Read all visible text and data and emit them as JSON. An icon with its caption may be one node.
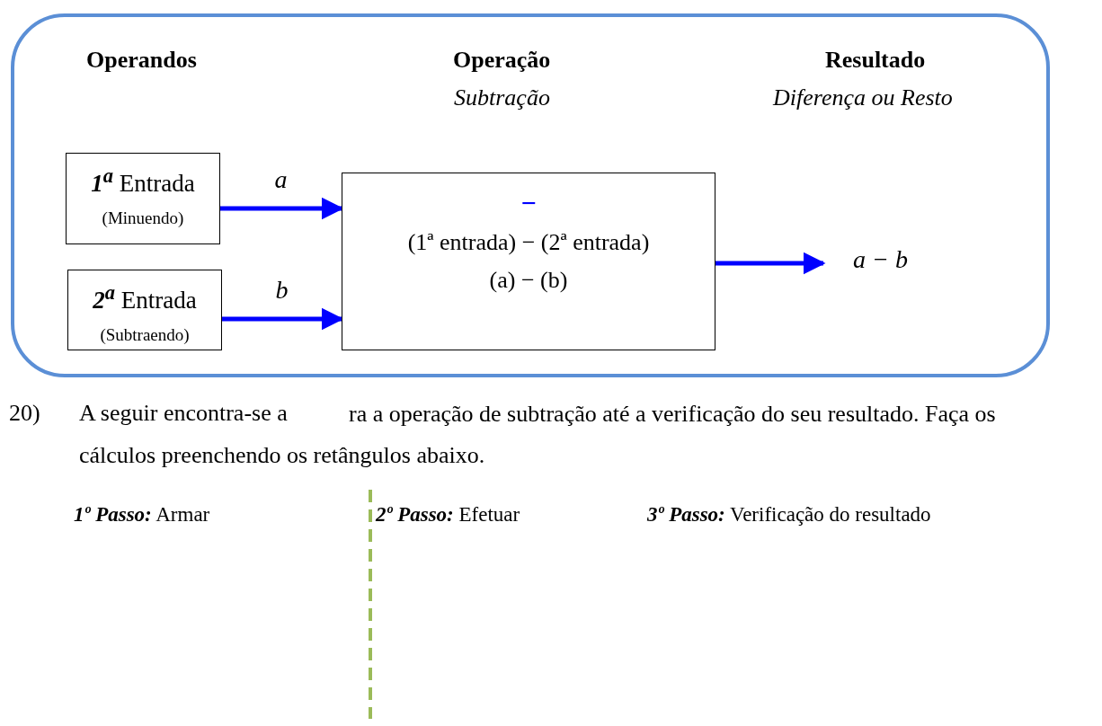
{
  "diagram": {
    "nodes": [
      {
        "text": [],
        "shape": "box"
      },
      {
        "text": [
          "**1$^{a}$** Entrada",
          "(Minuendo)"
        ],
        "in": 0
      },
      {
        "text": [
          "**2$^{a}$** Entrada",
          "(Subtraendo)"
        ],
        "in": 0
      },
      {
        "text": [
          "−",
          "(1ª entrada) − (2ª entrada)",
          "(a) − (b)"
        ],
        "in": 0
      }
    ],
    "edges": [
      {
        "from": 1,
        "to": 3,
        "arrow": "to",
        "label": "a"
      },
      {
        "from": 2,
        "to": 3,
        "arrow": "to",
        "label": "b"
      },
      {
        "from": 3,
        "to": null,
        "arrow": "to",
        "label": "a − b"
      }
    ],
    "labels": [
      "Operandos",
      "Operação",
      "Subtração",
      "Resultado",
      "Diferença ou Resto",
      "20)",
      "A seguir encontra-se a",
      "ra a operação de subtração até a verificação do seu resultado. Faça os cálculos preenchendo os retângulos abaixo.",
      "**1º Passo:** Armar",
      "**2º Passo:** Efetuar",
      "**3º Passo:** Verificação do resultado"
    ]
  }
}
